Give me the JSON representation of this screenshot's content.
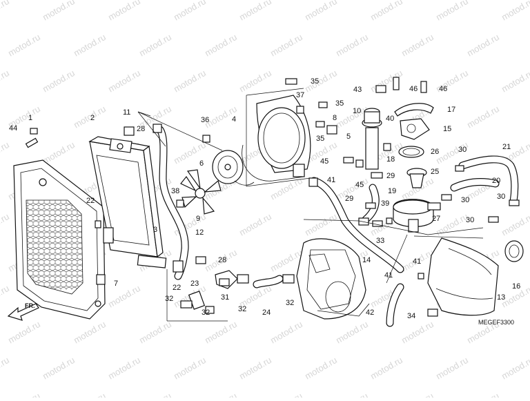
{
  "watermark": "motod.ru",
  "diagram_code": "MEGEF3300",
  "direction_label": "FR.",
  "callouts": [
    {
      "id": "c1",
      "text": "1"
    },
    {
      "id": "c2",
      "text": "2"
    },
    {
      "id": "c3",
      "text": "3"
    },
    {
      "id": "c4",
      "text": "4"
    },
    {
      "id": "c5",
      "text": "5"
    },
    {
      "id": "c6",
      "text": "6"
    },
    {
      "id": "c7",
      "text": "7"
    },
    {
      "id": "c8",
      "text": "8"
    },
    {
      "id": "c9",
      "text": "9"
    },
    {
      "id": "c10",
      "text": "10"
    },
    {
      "id": "c11",
      "text": "11"
    },
    {
      "id": "c12",
      "text": "12"
    },
    {
      "id": "c13",
      "text": "13"
    },
    {
      "id": "c14",
      "text": "14"
    },
    {
      "id": "c15",
      "text": "15"
    },
    {
      "id": "c16",
      "text": "16"
    },
    {
      "id": "c17",
      "text": "17"
    },
    {
      "id": "c18",
      "text": "18"
    },
    {
      "id": "c19",
      "text": "19"
    },
    {
      "id": "c20",
      "text": "20"
    },
    {
      "id": "c21",
      "text": "21"
    },
    {
      "id": "c22a",
      "text": "22"
    },
    {
      "id": "c22b",
      "text": "22"
    },
    {
      "id": "c23",
      "text": "23"
    },
    {
      "id": "c24",
      "text": "24"
    },
    {
      "id": "c25",
      "text": "25"
    },
    {
      "id": "c26",
      "text": "26"
    },
    {
      "id": "c27",
      "text": "27"
    },
    {
      "id": "c28a",
      "text": "28"
    },
    {
      "id": "c28b",
      "text": "28"
    },
    {
      "id": "c29a",
      "text": "29"
    },
    {
      "id": "c29b",
      "text": "29"
    },
    {
      "id": "c30a",
      "text": "30"
    },
    {
      "id": "c30b",
      "text": "30"
    },
    {
      "id": "c30c",
      "text": "30"
    },
    {
      "id": "c30d",
      "text": "30"
    },
    {
      "id": "c31",
      "text": "31"
    },
    {
      "id": "c32a",
      "text": "32"
    },
    {
      "id": "c32b",
      "text": "32"
    },
    {
      "id": "c32c",
      "text": "32"
    },
    {
      "id": "c32d",
      "text": "32"
    },
    {
      "id": "c33",
      "text": "33"
    },
    {
      "id": "c34",
      "text": "34"
    },
    {
      "id": "c35a",
      "text": "35"
    },
    {
      "id": "c35b",
      "text": "35"
    },
    {
      "id": "c35c",
      "text": "35"
    },
    {
      "id": "c36",
      "text": "36"
    },
    {
      "id": "c37",
      "text": "37"
    },
    {
      "id": "c38",
      "text": "38"
    },
    {
      "id": "c39",
      "text": "39"
    },
    {
      "id": "c40",
      "text": "40"
    },
    {
      "id": "c41a",
      "text": "41"
    },
    {
      "id": "c41b",
      "text": "41"
    },
    {
      "id": "c41c",
      "text": "41"
    },
    {
      "id": "c42",
      "text": "42"
    },
    {
      "id": "c43",
      "text": "43"
    },
    {
      "id": "c44",
      "text": "44"
    },
    {
      "id": "c45a",
      "text": "45"
    },
    {
      "id": "c45b",
      "text": "45"
    },
    {
      "id": "c46a",
      "text": "46"
    },
    {
      "id": "c46b",
      "text": "46"
    }
  ]
}
